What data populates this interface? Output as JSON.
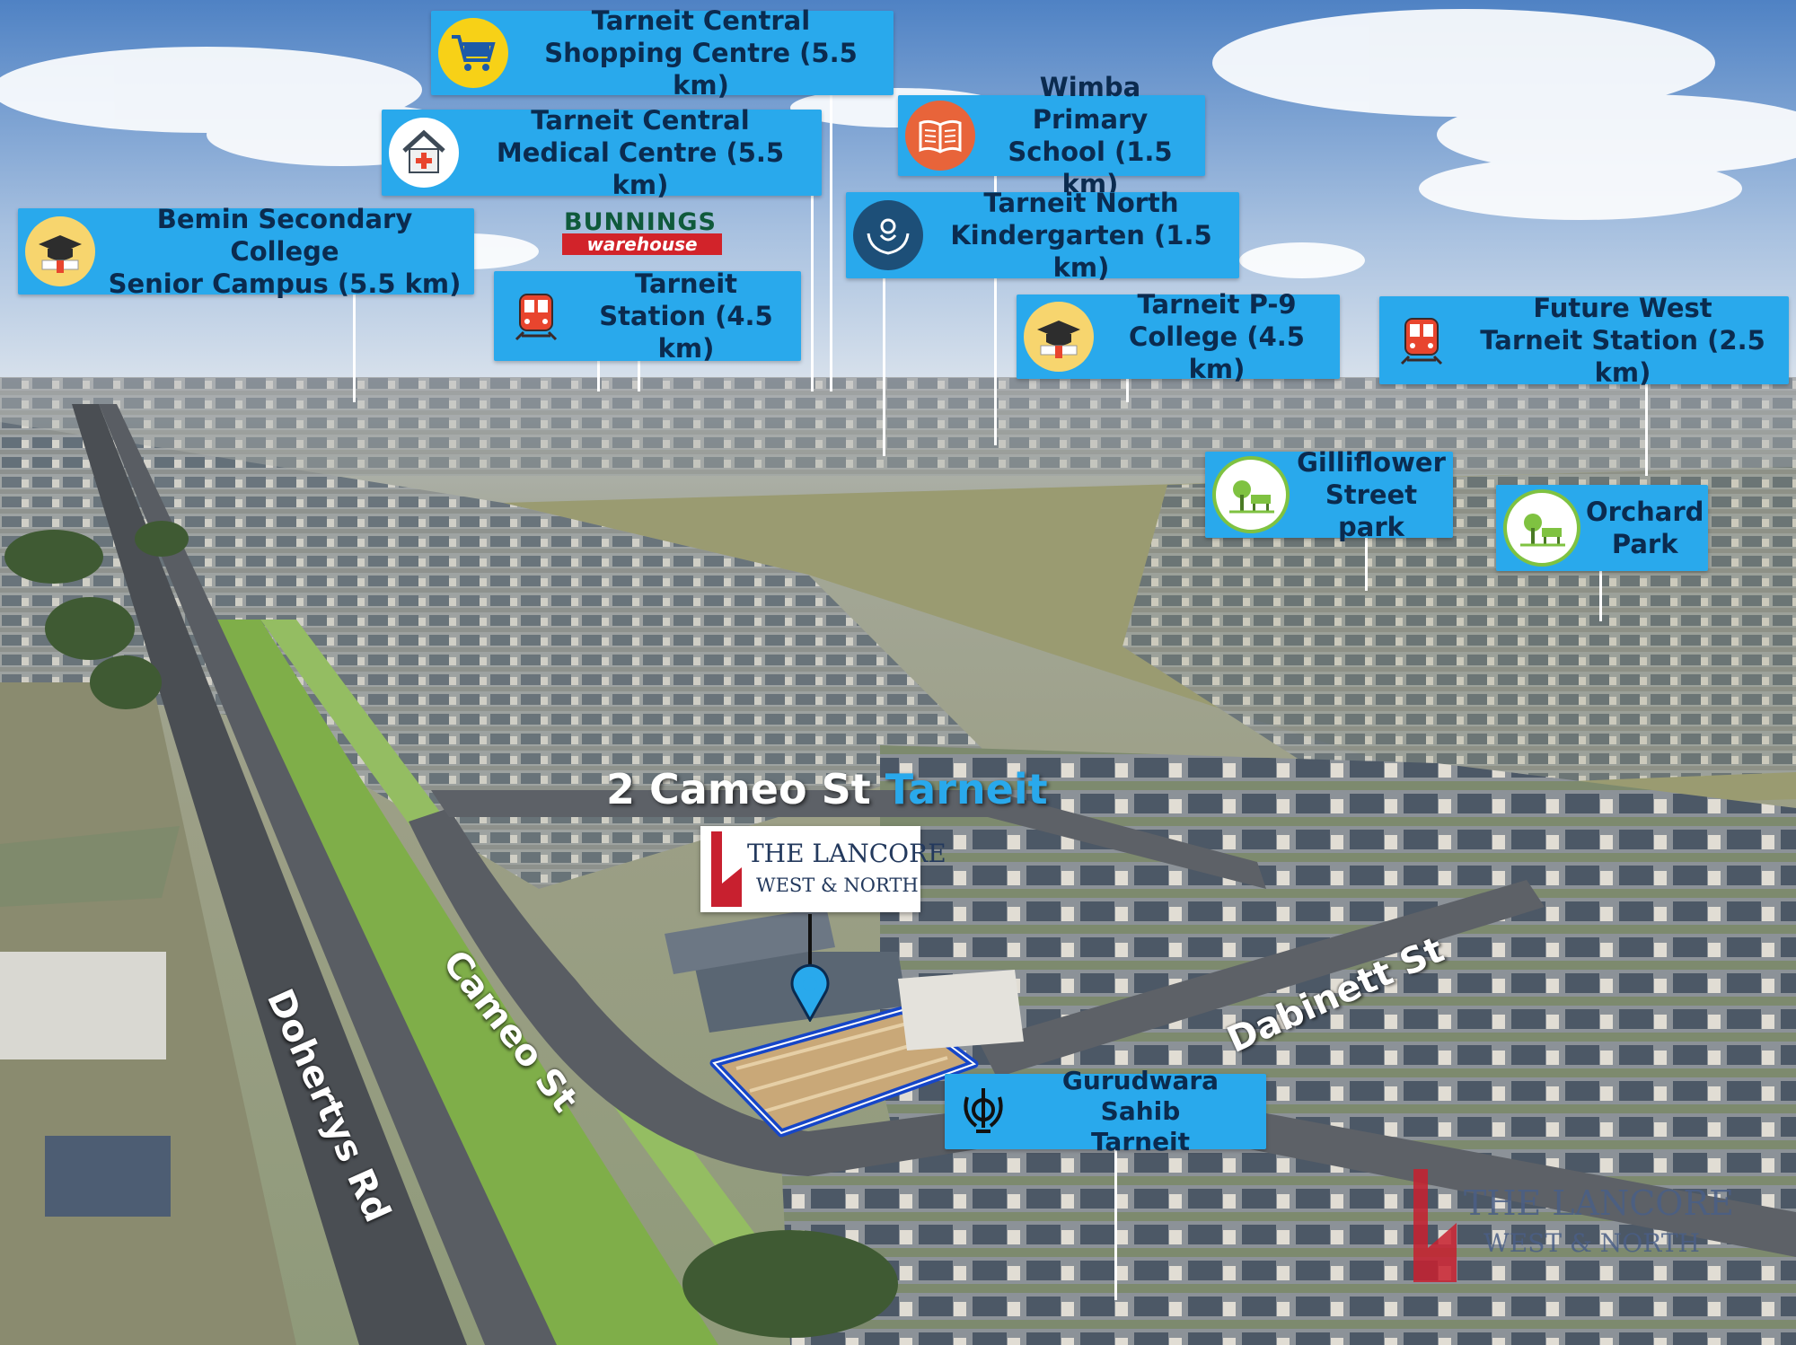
{
  "points_of_interest": [
    {
      "id": "shopping",
      "label": "Tarneit Central\nShopping Centre (5.5 km)",
      "icon": "shopping-cart-icon",
      "icon_bg": "#f7d117"
    },
    {
      "id": "medical",
      "label": "Tarneit Central\nMedical Centre (5.5 km)",
      "icon": "medical-house-icon",
      "icon_bg": "#ffffff"
    },
    {
      "id": "wimba",
      "label": "Wimba Primary\nSchool (1.5 km)",
      "icon": "book-icon",
      "icon_bg": "#e8643a"
    },
    {
      "id": "kinder",
      "label": "Tarneit North\nKindergarten (1.5 km)",
      "icon": "baby-hands-icon",
      "icon_bg": "#1d4f78"
    },
    {
      "id": "bemin",
      "label": "Bemin Secondary College\nSenior Campus (5.5 km)",
      "icon": "graduation-cap-icon",
      "icon_bg": "#f7d56e"
    },
    {
      "id": "station",
      "label": "Tarneit\nStation (4.5 km)",
      "icon": "train-icon",
      "icon_bg": "none"
    },
    {
      "id": "p9",
      "label": "Tarneit P-9\nCollege (4.5 km)",
      "icon": "graduation-cap-icon",
      "icon_bg": "#f7d56e"
    },
    {
      "id": "westtarneit",
      "label": "Future West\nTarneit Station (2.5 km)",
      "icon": "train-icon",
      "icon_bg": "none"
    },
    {
      "id": "gilliflower",
      "label": "Gilliflower\nStreet park",
      "icon": "park-icon",
      "icon_bg": "#ffffff"
    },
    {
      "id": "orchard",
      "label": "Orchard\nPark",
      "icon": "park-icon",
      "icon_bg": "#ffffff"
    },
    {
      "id": "gurudwara",
      "label": "Gurudwara Sahib\nTarneit",
      "icon": "khanda-icon",
      "icon_bg": "none"
    }
  ],
  "bunnings": {
    "line1": "BUNNINGS",
    "line2": "warehouse"
  },
  "address": {
    "street": "2 Cameo St",
    "suburb": "Tarneit"
  },
  "streets": {
    "cameo": "Cameo St",
    "dabinett": "Dabinett St",
    "dohertys": "Dohertys Rd"
  },
  "brand": {
    "line1": "THE LANCORE",
    "line2": "WEST & NORTH",
    "watermark_line1": "THE LANCORE",
    "watermark_line2": "WEST & NORTH",
    "red": "#c8202f",
    "navy": "#23395d"
  },
  "colors": {
    "label_bg": "#29a9ec",
    "label_text": "#0b2b4f",
    "boundary": "#1646c8",
    "pin": "#29a9ec"
  }
}
